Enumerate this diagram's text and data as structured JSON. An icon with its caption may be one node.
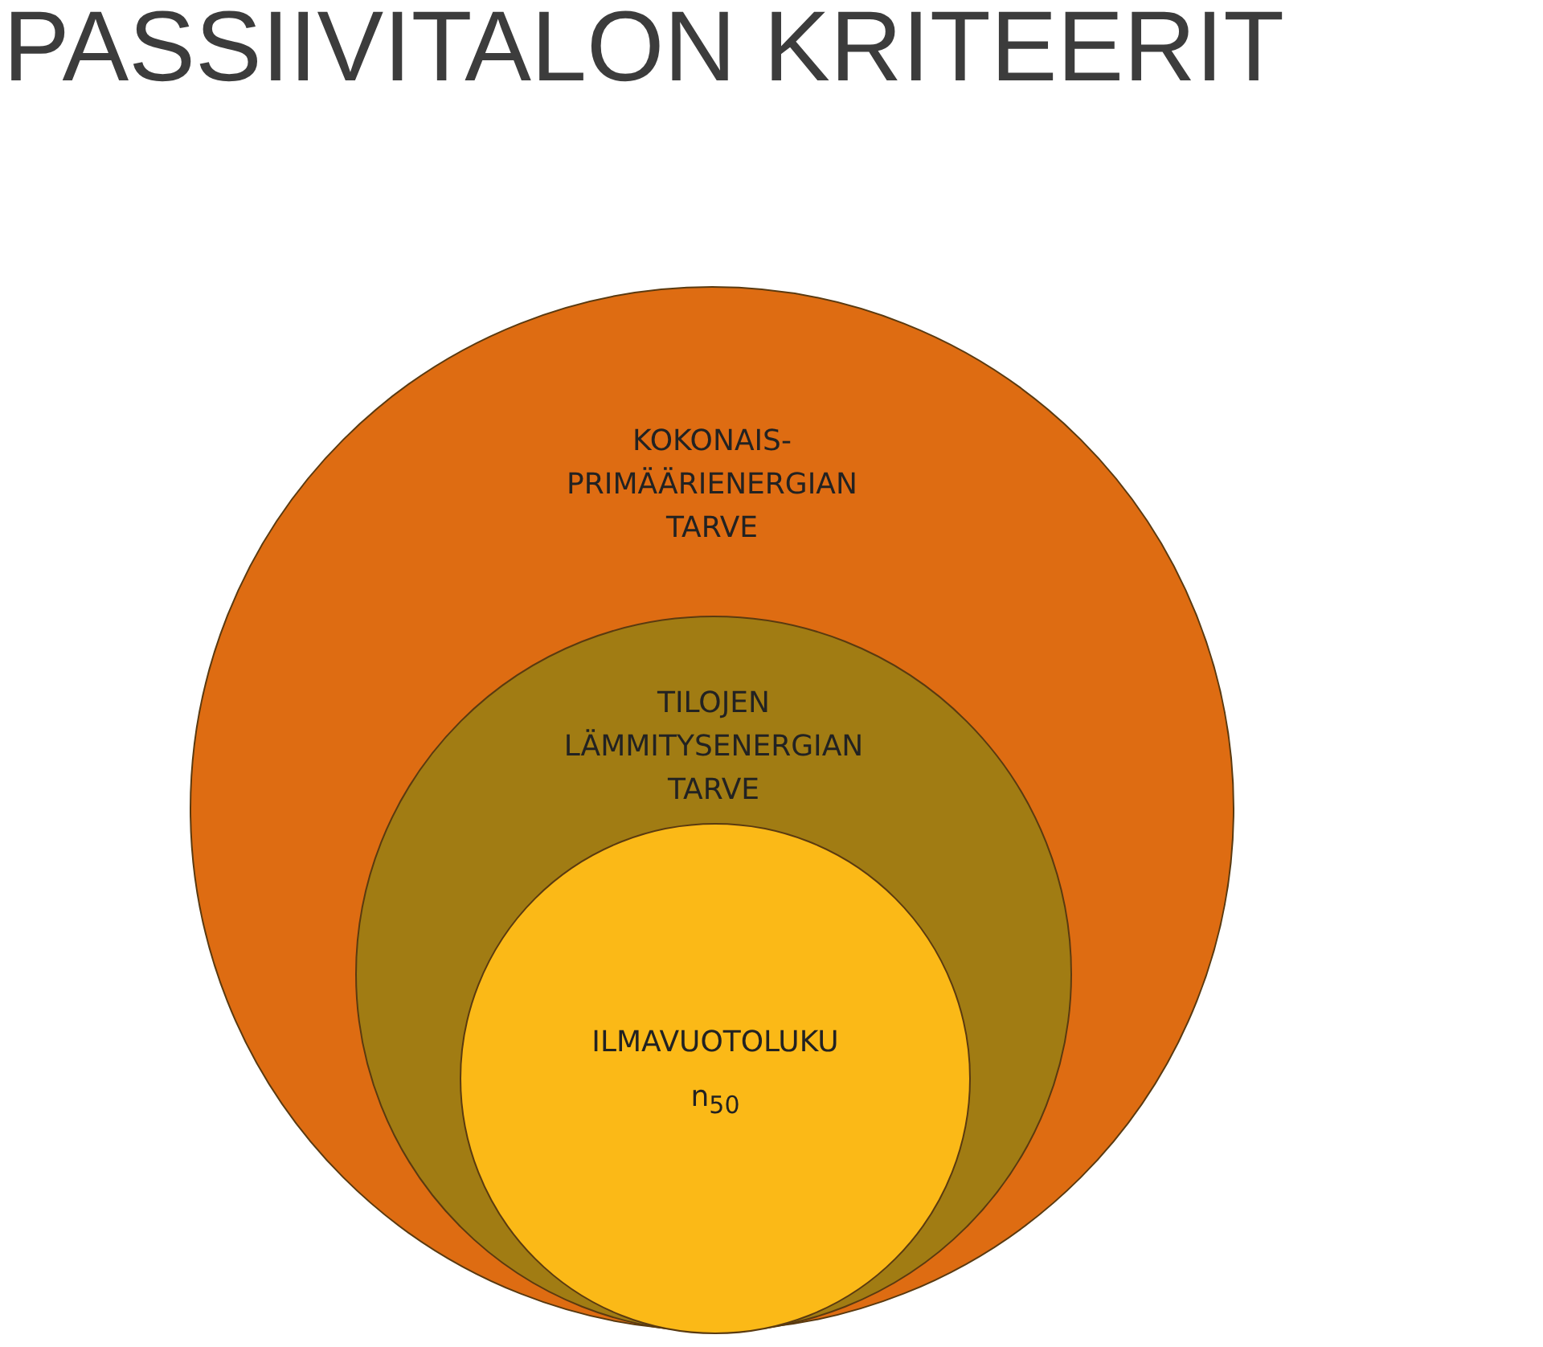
{
  "diagram": {
    "title": "PASSIIVITALON KRITEERIT",
    "nodes": [
      {
        "text": [
          "KOKONAIS- PRIMÄÄRIENERGIAN TARVE"
        ]
      },
      {
        "text": [
          "TILOJEN LÄMMITYSENERGIAN TARVE"
        ],
        "in": 0
      },
      {
        "text": [
          "ILMAVUOTOLUKU",
          "n$_{50}$"
        ],
        "in": 1
      }
    ]
  }
}
